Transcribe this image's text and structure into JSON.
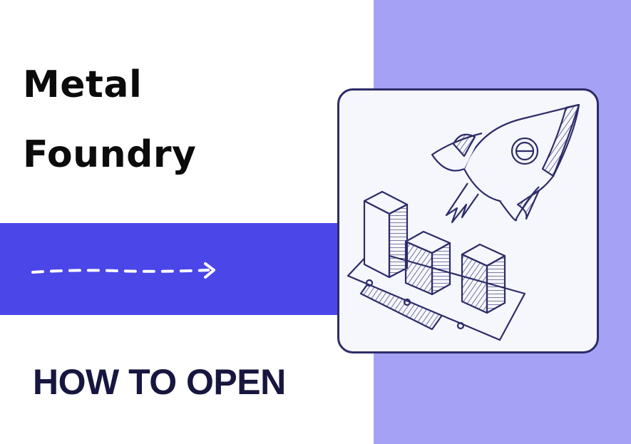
{
  "title": {
    "line1": "Metal",
    "line2": "Foundry"
  },
  "subtitle": "HOW TO OPEN",
  "colors": {
    "background": "#ffffff",
    "right_panel": "#a5a2f5",
    "accent_band": "#4a46e8",
    "title_text": "#0b0b0b",
    "subtitle_text": "#16163f",
    "illustration_stroke": "#2c2c6a",
    "illustration_fill": "#a5a2f5"
  },
  "icons": {
    "arrow": "dashed-arrow-right",
    "illustration": "rocket-and-bar-chart"
  }
}
